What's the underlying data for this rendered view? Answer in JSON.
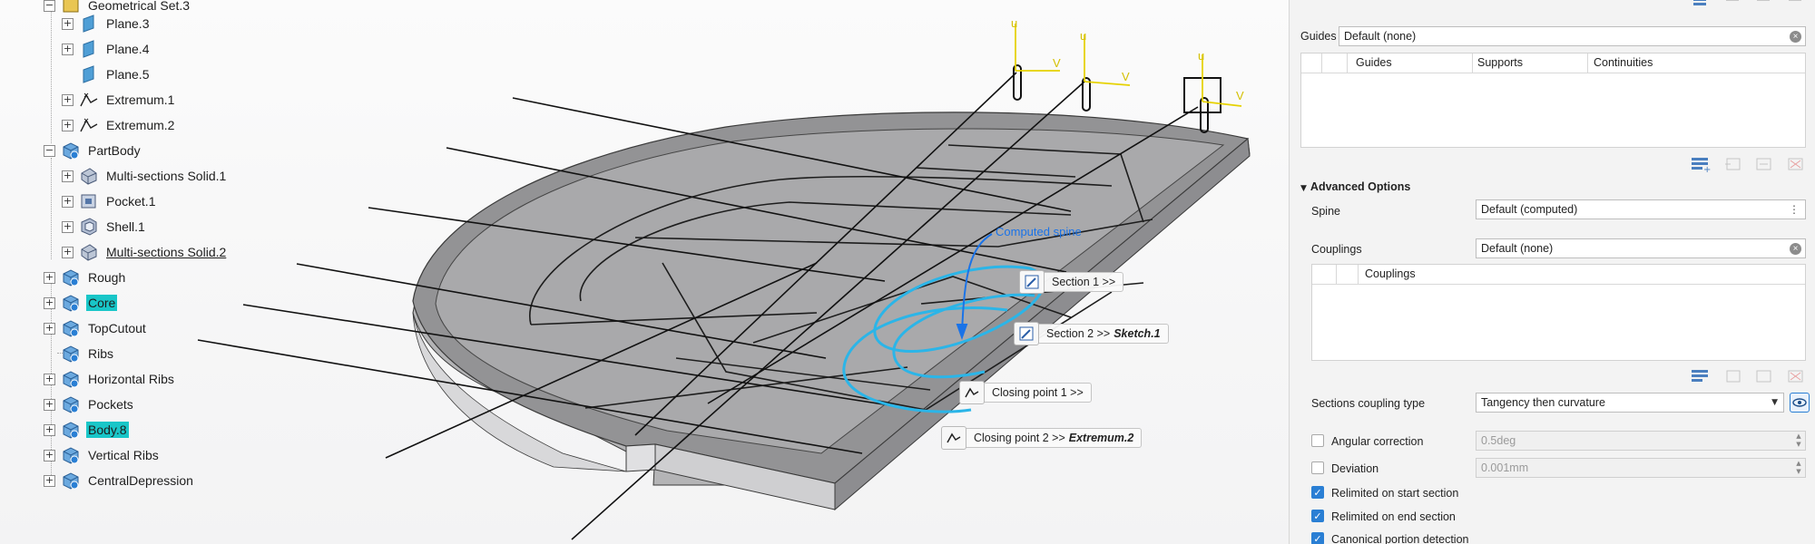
{
  "tree": {
    "items": [
      {
        "label": "Geometrical Set.3",
        "level": 0
      },
      {
        "label": "Plane.3",
        "level": 1
      },
      {
        "label": "Plane.4",
        "level": 1
      },
      {
        "label": "Plane.5",
        "level": 1
      },
      {
        "label": "Extremum.1",
        "level": 1
      },
      {
        "label": "Extremum.2",
        "level": 1
      },
      {
        "label": "PartBody",
        "level": 0
      },
      {
        "label": "Multi-sections Solid.1",
        "level": 1
      },
      {
        "label": "Pocket.1",
        "level": 1
      },
      {
        "label": "Shell.1",
        "level": 1
      },
      {
        "label": "Multi-sections Solid.2",
        "level": 1
      },
      {
        "label": "Rough",
        "level": 0
      },
      {
        "label": "Core",
        "level": 0
      },
      {
        "label": "TopCutout",
        "level": 0
      },
      {
        "label": "Ribs",
        "level": 0
      },
      {
        "label": "Horizontal Ribs",
        "level": 0
      },
      {
        "label": "Pockets",
        "level": 0
      },
      {
        "label": "Body.8",
        "level": 0
      },
      {
        "label": "Vertical Ribs",
        "level": 0
      },
      {
        "label": "CentralDepression",
        "level": 0
      }
    ]
  },
  "viewport": {
    "computed_spine": "Computed spine",
    "axis_labels": {
      "u": "u",
      "v": "V"
    },
    "callouts": {
      "section1": {
        "text": "Section 1 >>",
        "ref": ""
      },
      "section2": {
        "text": "Section 2 >>",
        "ref": "Sketch.1"
      },
      "closing1": {
        "text": "Closing point 1 >>",
        "ref": ""
      },
      "closing2": {
        "text": "Closing point 2 >>",
        "ref": "Extremum.2"
      }
    }
  },
  "panel": {
    "guides_label": "Guides",
    "guides_value": "Default (none)",
    "guides_table": {
      "headers": [
        "Guides",
        "Supports",
        "Continuities"
      ]
    },
    "advanced_options": "Advanced Options",
    "spine_label": "Spine",
    "spine_value": "Default (computed)",
    "couplings_label": "Couplings",
    "couplings_value": "Default (none)",
    "couplings_table": {
      "headers": [
        "Couplings"
      ]
    },
    "sections_coupling_label": "Sections coupling type",
    "sections_coupling_value": "Tangency then curvature",
    "angular_correction": {
      "label": "Angular correction",
      "value": "0.5deg",
      "checked": false
    },
    "deviation": {
      "label": "Deviation",
      "value": "0.001mm",
      "checked": false
    },
    "relimited_start": {
      "label": "Relimited on start section",
      "checked": true
    },
    "relimited_end": {
      "label": "Relimited on end section",
      "checked": true
    },
    "canonical": {
      "label": "Canonical portion detection",
      "checked": true
    }
  },
  "colors": {
    "highlight": "#19c6c8",
    "spine_blue": "#1a73e8",
    "section_cyan": "#2bb5e8",
    "axis_yellow": "#e6d200",
    "checkbox_blue": "#2a7fd4"
  }
}
